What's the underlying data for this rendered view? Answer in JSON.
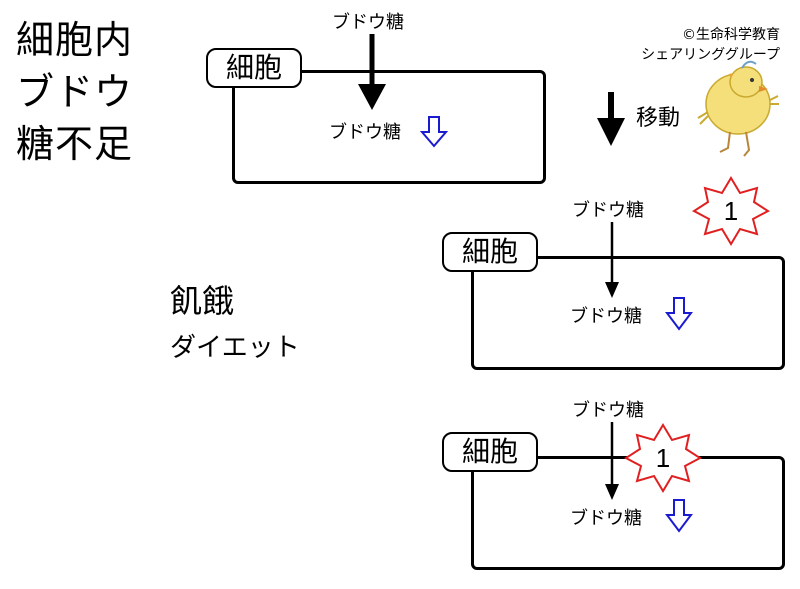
{
  "title": {
    "line1": "細胞内",
    "line2": "ブドウ",
    "line3": "糖不足"
  },
  "credit": {
    "line1": "©生命科学教育",
    "line2": "シェアリンググループ"
  },
  "move_label": "移動",
  "starvation": {
    "title": "飢餓",
    "subtitle": "ダイエット"
  },
  "panels": [
    {
      "cell_label": "細胞",
      "glucose_outside": "ブドウ糖",
      "glucose_inside": "ブドウ糖"
    },
    {
      "cell_label": "細胞",
      "glucose_outside": "ブドウ糖",
      "glucose_inside": "ブドウ糖",
      "badge": "1"
    },
    {
      "cell_label": "細胞",
      "glucose_outside": "ブドウ糖",
      "glucose_inside": "ブドウ糖",
      "badge": "1"
    }
  ],
  "colors": {
    "down_arrow": "#1a1ad0",
    "badge_border": "#e02020"
  },
  "icons": [
    "chick-illustration-icon",
    "hollow-down-arrow-icon",
    "explosion-badge-icon"
  ]
}
